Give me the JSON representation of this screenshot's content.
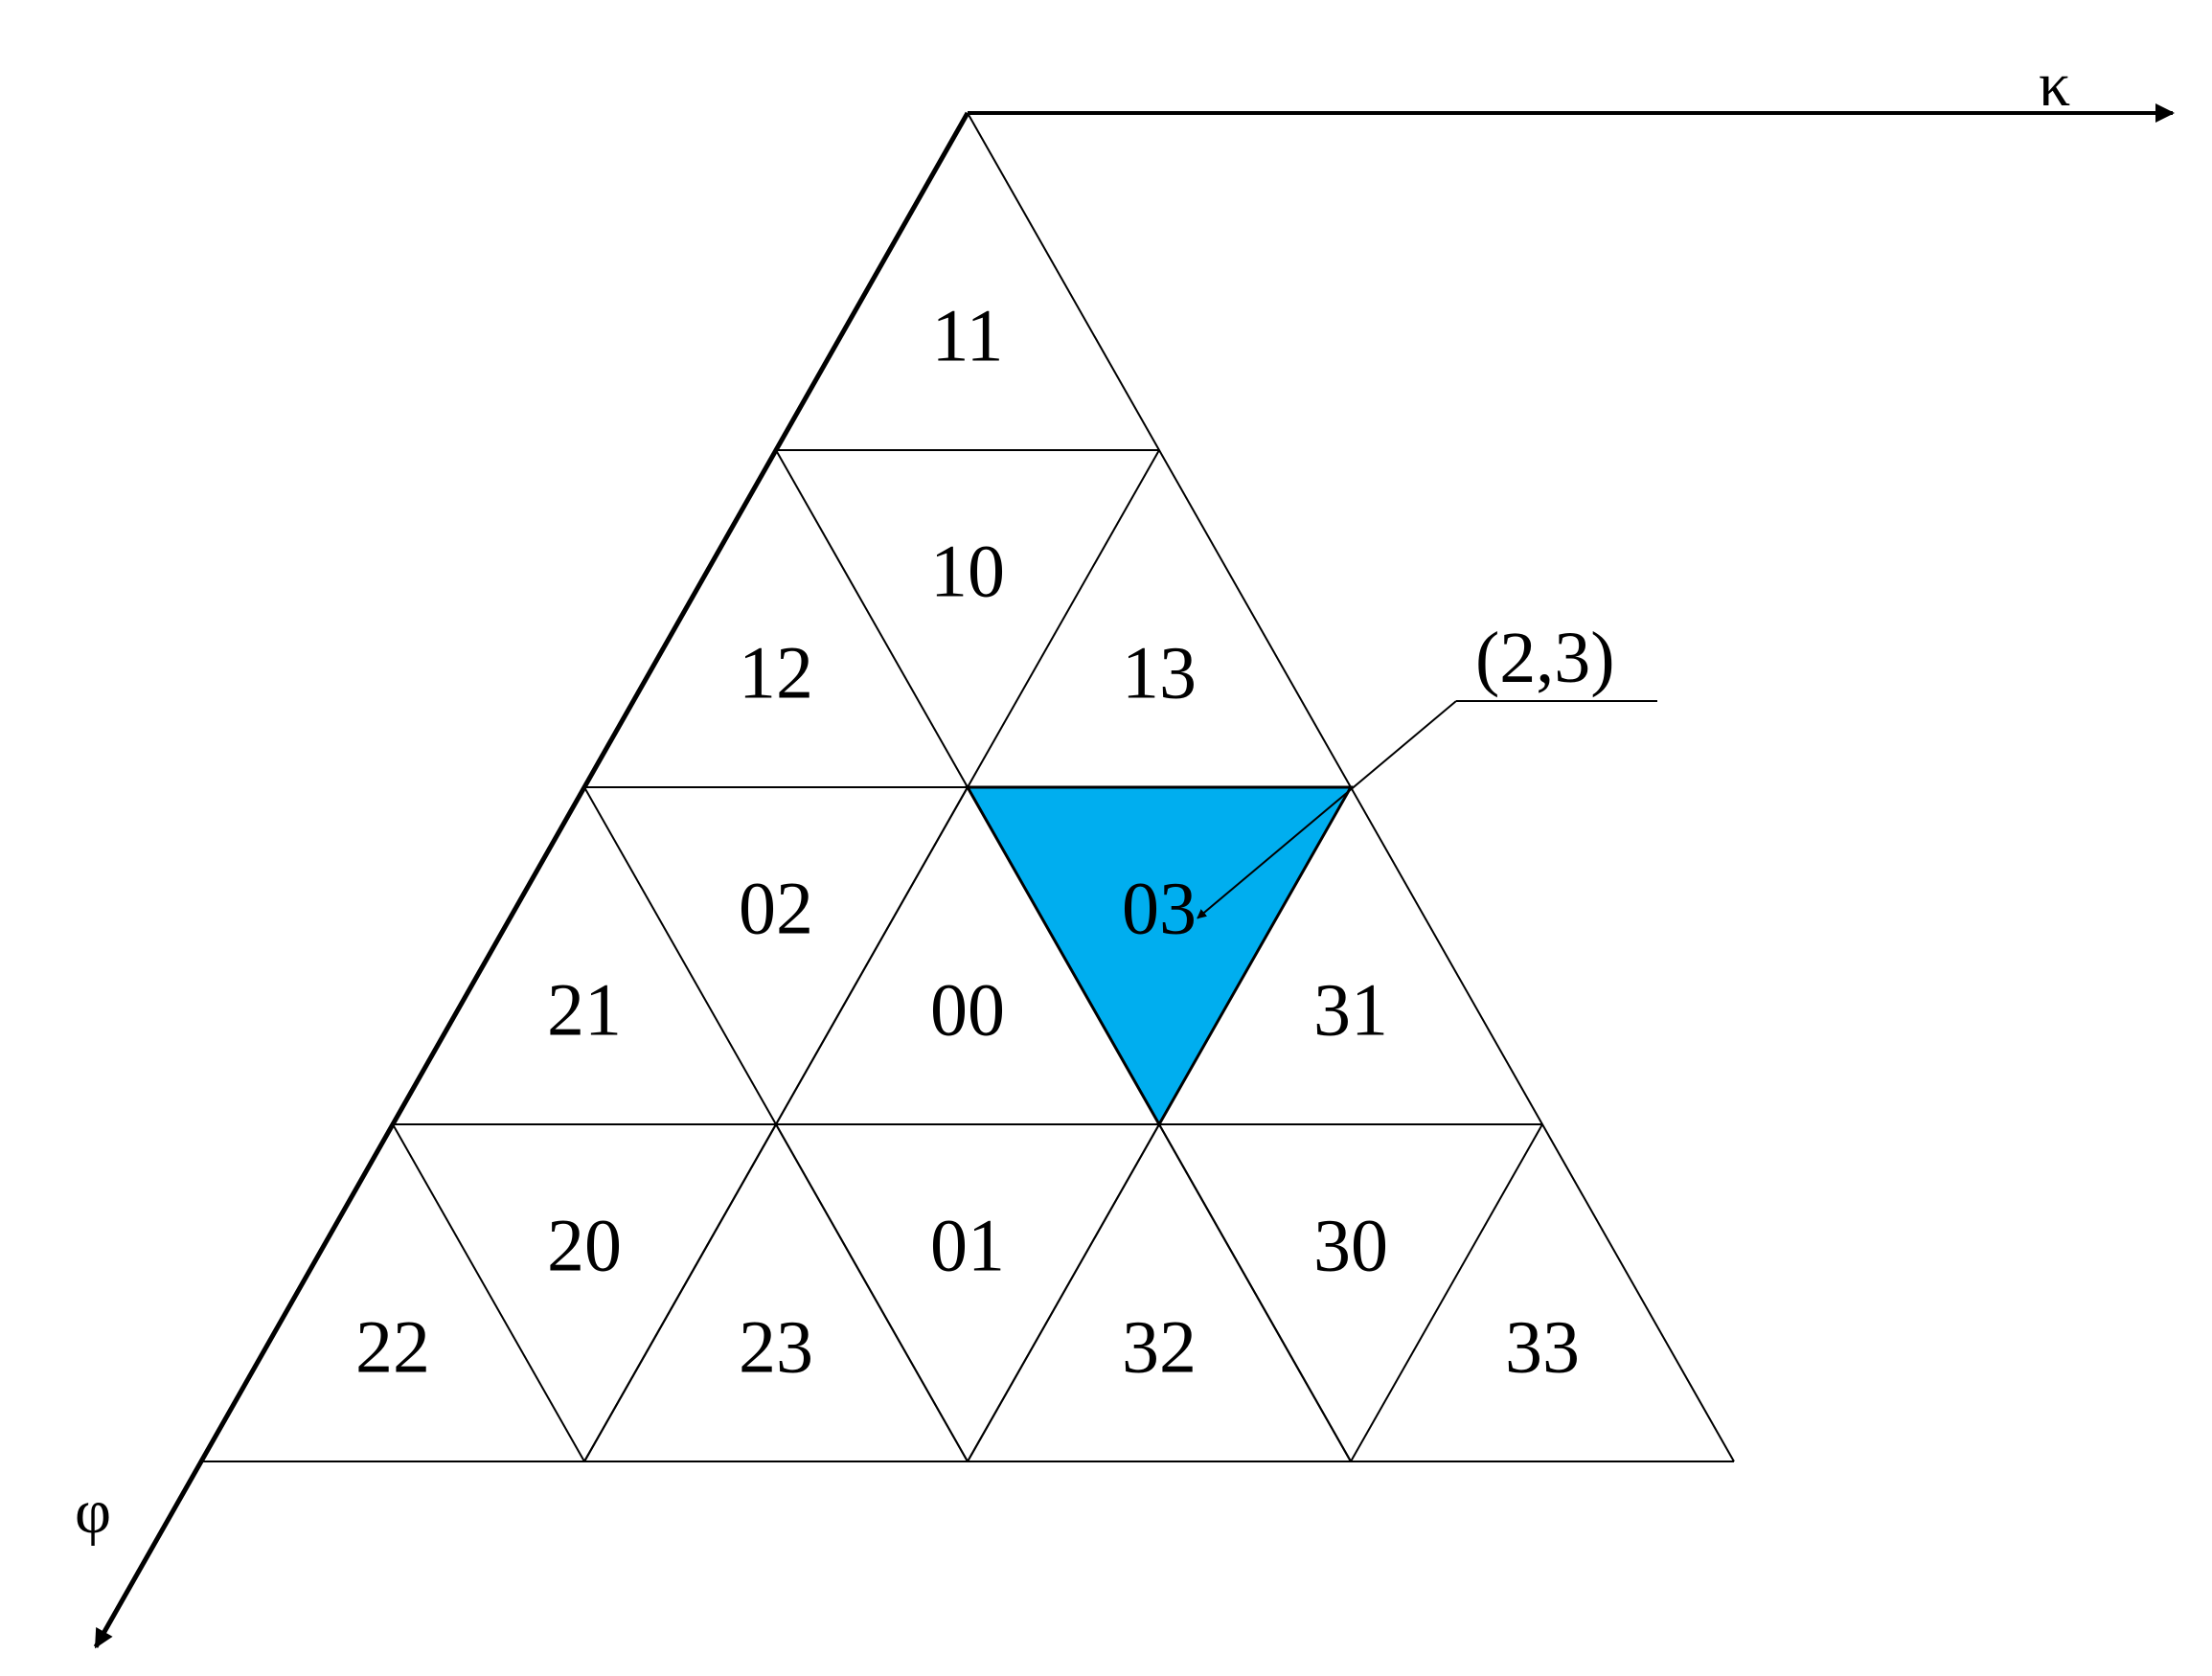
{
  "diagram": {
    "axes": {
      "kappa": {
        "label": "κ"
      },
      "phi": {
        "label": "φ"
      }
    },
    "highlight_cell": "03",
    "highlight_color": "#00AEEF",
    "callout": {
      "label": "(2,3)",
      "target_cell": "03"
    },
    "rows": [
      {
        "up": [
          "11"
        ],
        "down": []
      },
      {
        "up": [
          "12",
          "13"
        ],
        "down": [
          "10"
        ]
      },
      {
        "up": [
          "21",
          "00",
          "31"
        ],
        "down": [
          "02",
          "03"
        ]
      },
      {
        "up": [
          "22",
          "23",
          "32",
          "33"
        ],
        "down": [
          "20",
          "01",
          "30"
        ]
      }
    ]
  }
}
